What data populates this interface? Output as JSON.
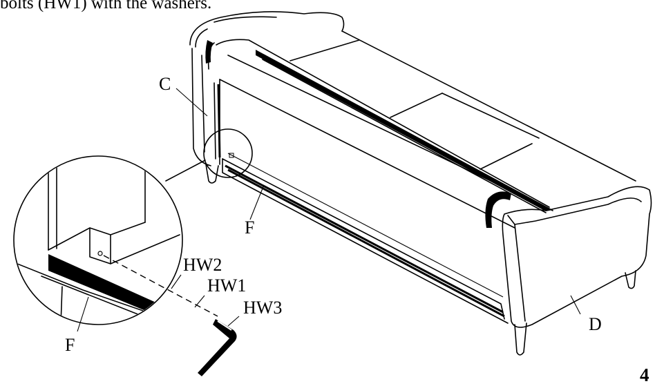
{
  "instruction_text": "bolts (HW1) with the washers.",
  "page_number": "4",
  "labels": {
    "C": "C",
    "F_main": "F",
    "D": "D",
    "HW2": "HW2",
    "HW1": "HW1",
    "HW3": "HW3",
    "F_detail": "F"
  }
}
